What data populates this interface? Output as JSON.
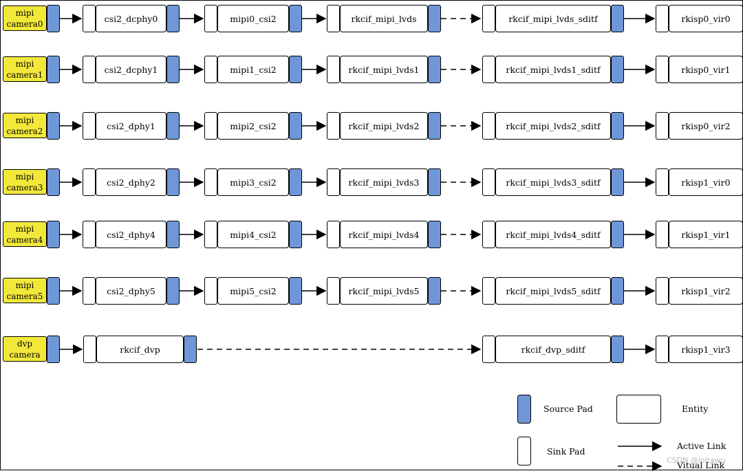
{
  "rows": [
    {
      "camera": "mipi\ncamera0",
      "phy": "csi2_dcphy0",
      "csi": "mipi0_csi2",
      "lvds": "rkcif_mipi_lvds",
      "sditf": "rkcif_mipi_lvds_sditf",
      "vir": "rkisp0_vir0"
    },
    {
      "camera": "mipi\ncamera1",
      "phy": "csi2_dcphy1",
      "csi": "mipi1_csi2",
      "lvds": "rkcif_mipi_lvds1",
      "sditf": "rkcif_mipi_lvds1_sditf",
      "vir": "rkisp0_vir1"
    },
    {
      "camera": "mipi\ncamera2",
      "phy": "csi2_dphy1",
      "csi": "mipi2_csi2",
      "lvds": "rkcif_mipi_lvds2",
      "sditf": "rkcif_mipi_lvds2_sditf",
      "vir": "rkisp0_vir2"
    },
    {
      "camera": "mipi\ncamera3",
      "phy": "csi2_dphy2",
      "csi": "mipi3_csi2",
      "lvds": "rkcif_mipi_lvds3",
      "sditf": "rkcif_mipi_lvds3_sditf",
      "vir": "rkisp1_vir0"
    },
    {
      "camera": "mipi\ncamera4",
      "phy": "csi2_dphy4",
      "csi": "mipi4_csi2",
      "lvds": "rkcif_mipi_lvds4",
      "sditf": "rkcif_mipi_lvds4_sditf",
      "vir": "rkisp1_vir1"
    },
    {
      "camera": "mipi\ncamera5",
      "phy": "csi2_dphy5",
      "csi": "mipi5_csi2",
      "lvds": "rkcif_mipi_lvds5",
      "sditf": "rkcif_mipi_lvds5_sditf",
      "vir": "rkisp1_vir2"
    }
  ],
  "dvp_row": {
    "camera": "dvp\ncamera",
    "dvp": "rkcif_dvp",
    "sditf": "rkcif_dvp_sditf",
    "vir": "rkisp1_vir3"
  },
  "legend": {
    "source_pad": "Source Pad",
    "entity": "Entity",
    "sink_pad": "Sink Pad",
    "active_link": "Active Link",
    "virtual_link": "Vitual Link"
  },
  "watermark": "CSDN @loitawu",
  "colors": {
    "camera": "#f2e83a",
    "source_pad": "#6f97d8",
    "line": "#000000"
  }
}
